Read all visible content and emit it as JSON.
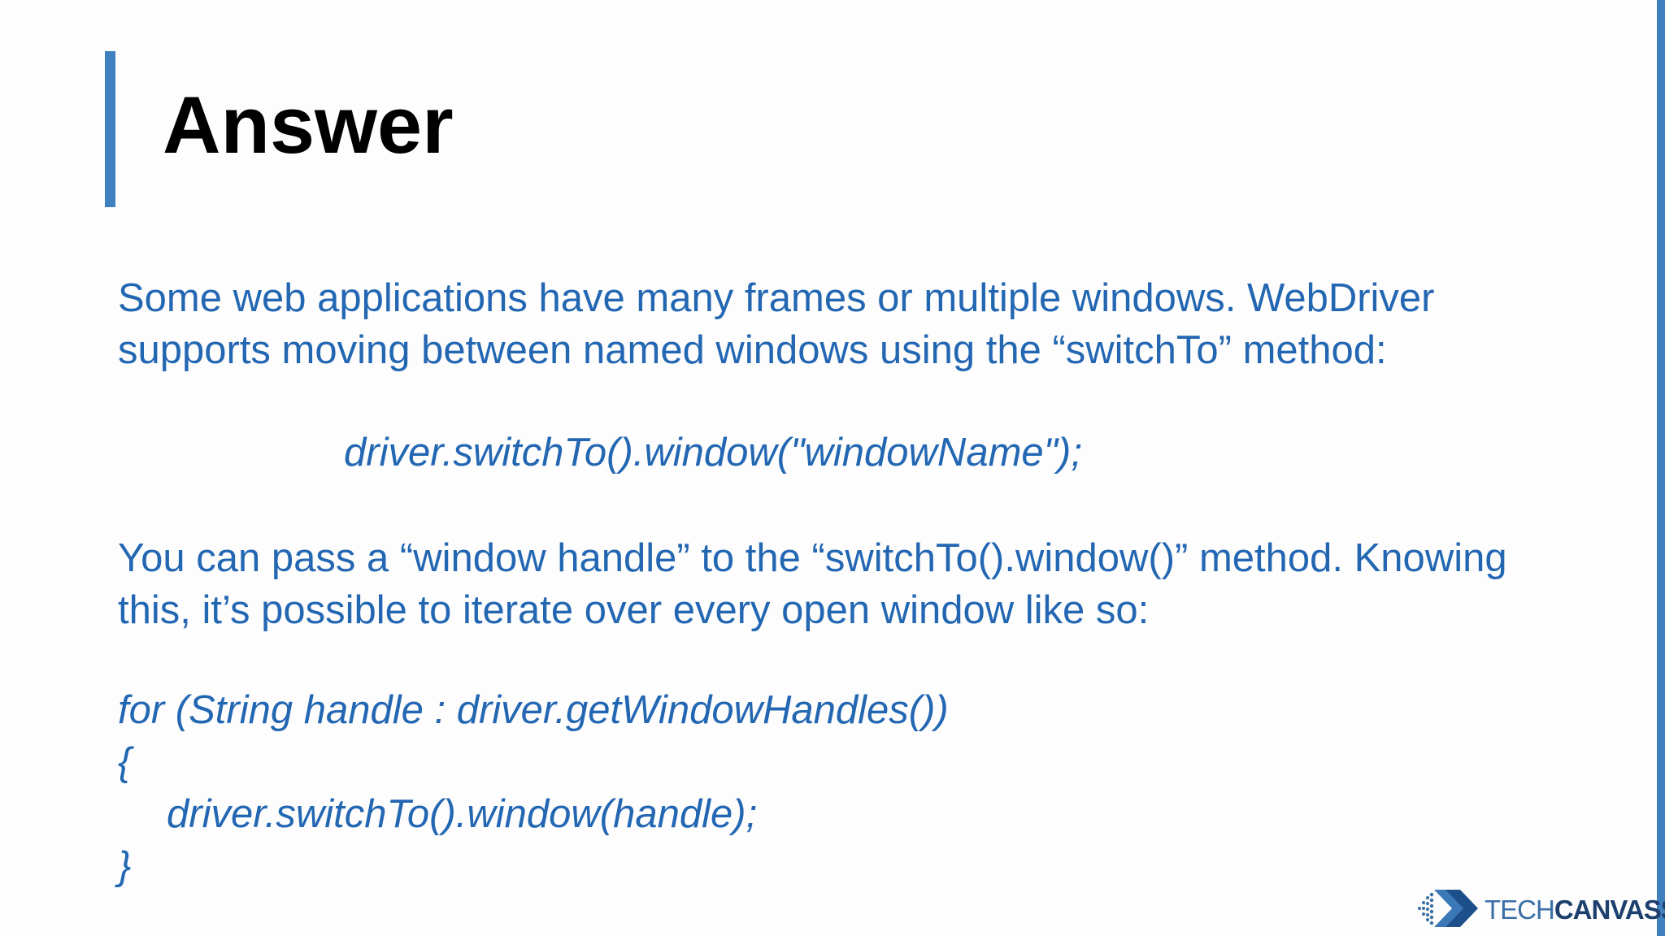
{
  "slide": {
    "title": "Answer",
    "paragraph1": [
      "Some web applications have many frames or multiple windows. WebDriver",
      "supports moving between named windows using the “switchTo” method:"
    ],
    "code_line": "driver.switchTo().window(\"windowName\");",
    "paragraph2": [
      "You can pass a “window handle” to the “switchTo().window()” method. Knowing",
      "this, it’s possible to iterate over every open window like so:"
    ],
    "code_block": [
      "for (String handle : driver.getWindowHandles())",
      "{",
      "driver.switchTo().window(handle);",
      "}"
    ]
  },
  "logo": {
    "part1": "TECH",
    "part2": "CANVASS",
    "icon": "techcanvass-logo-icon"
  },
  "colors": {
    "accent": "#3f80c0",
    "body_text": "#2367b3",
    "title": "#000000"
  }
}
